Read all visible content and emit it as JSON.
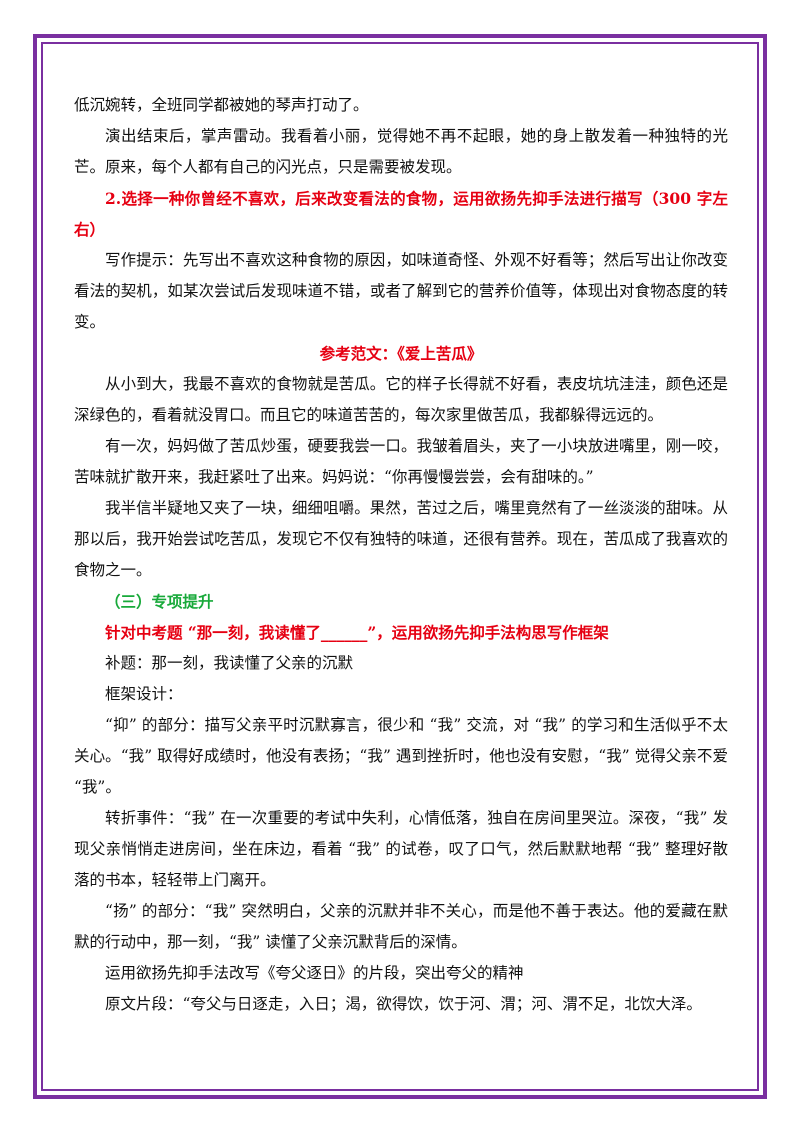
{
  "colors": {
    "frame": "#7a2fa0",
    "heading_red": "#e60012",
    "heading_green": "#18a93a",
    "body_text": "#111111"
  },
  "paragraphs": [
    {
      "style": "body",
      "indent": false,
      "text": "低沉婉转，全班同学都被她的琴声打动了。"
    },
    {
      "style": "body",
      "indent": true,
      "text": "演出结束后，掌声雷动。我看着小丽，觉得她不再不起眼，她的身上散发着一种独特的光芒。原来，每个人都有自己的闪光点，只是需要被发现。"
    },
    {
      "style": "red",
      "indent": true,
      "text": "2.选择一种你曾经不喜欢，后来改变看法的食物，运用欲扬先抑手法进行描写（300 字左右）"
    },
    {
      "style": "body",
      "indent": true,
      "text": "写作提示：先写出不喜欢这种食物的原因，如味道奇怪、外观不好看等；然后写出让你改变看法的契机，如某次尝试后发现味道不错，或者了解到它的营养价值等，体现出对食物态度的转变。"
    },
    {
      "style": "red-center",
      "indent": false,
      "text": "参考范文：《爱上苦瓜》"
    },
    {
      "style": "body",
      "indent": true,
      "text": "从小到大，我最不喜欢的食物就是苦瓜。它的样子长得就不好看，表皮坑坑洼洼，颜色还是深绿色的，看着就没胃口。而且它的味道苦苦的，每次家里做苦瓜，我都躲得远远的。"
    },
    {
      "style": "body",
      "indent": true,
      "text": "有一次，妈妈做了苦瓜炒蛋，硬要我尝一口。我皱着眉头，夹了一小块放进嘴里，刚一咬，苦味就扩散开来，我赶紧吐了出来。妈妈说：“你再慢慢尝尝，会有甜味的。”"
    },
    {
      "style": "body",
      "indent": true,
      "text": "我半信半疑地又夹了一块，细细咀嚼。果然，苦过之后，嘴里竟然有了一丝淡淡的甜味。从那以后，我开始尝试吃苦瓜，发现它不仅有独特的味道，还很有营养。现在，苦瓜成了我喜欢的食物之一。"
    },
    {
      "style": "green",
      "indent": true,
      "text": "（三）专项提升"
    },
    {
      "style": "red",
      "indent": true,
      "text": "针对中考题 “那一刻，我读懂了______”，运用欲扬先抑手法构思写作框架"
    },
    {
      "style": "body",
      "indent": true,
      "text": "补题：那一刻，我读懂了父亲的沉默"
    },
    {
      "style": "body",
      "indent": true,
      "text": "框架设计："
    },
    {
      "style": "body",
      "indent": true,
      "text": "“抑” 的部分：描写父亲平时沉默寡言，很少和 “我” 交流，对 “我” 的学习和生活似乎不太关心。“我” 取得好成绩时，他没有表扬；“我” 遇到挫折时，他也没有安慰，“我” 觉得父亲不爱 “我”。"
    },
    {
      "style": "body",
      "indent": true,
      "text": "转折事件：“我” 在一次重要的考试中失利，心情低落，独自在房间里哭泣。深夜，“我” 发现父亲悄悄走进房间，坐在床边，看着 “我” 的试卷，叹了口气，然后默默地帮 “我” 整理好散落的书本，轻轻带上门离开。"
    },
    {
      "style": "body",
      "indent": true,
      "text": "“扬” 的部分：“我” 突然明白，父亲的沉默并非不关心，而是他不善于表达。他的爱藏在默默的行动中，那一刻，“我” 读懂了父亲沉默背后的深情。"
    },
    {
      "style": "body",
      "indent": true,
      "text": "运用欲扬先抑手法改写《夸父逐日》的片段，突出夸父的精神"
    },
    {
      "style": "body",
      "indent": true,
      "text": "原文片段：“夸父与日逐走，入日；渴，欲得饮，饮于河、渭；河、渭不足，北饮大泽。"
    }
  ]
}
